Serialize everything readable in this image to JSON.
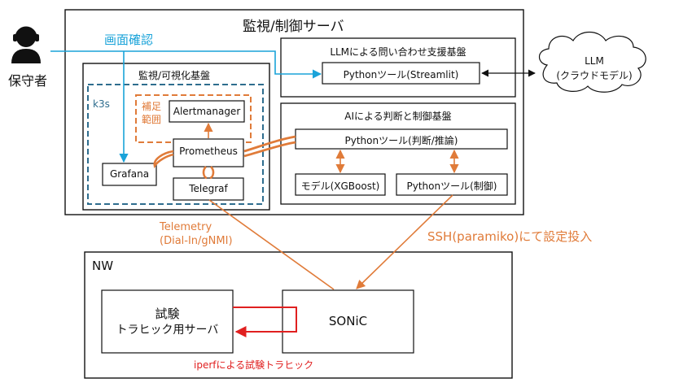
{
  "colors": {
    "box_stroke": "#111111",
    "k8s_stroke": "#2e6d8e",
    "accent_blue": "#1aa3d9",
    "accent_orange": "#e07b39",
    "accent_red": "#e02020"
  },
  "icons": {
    "operator": "operator-headset-icon",
    "cloud": "cloud-icon"
  },
  "operator": {
    "label": "保守者"
  },
  "flows": {
    "screen_check": "画面確認",
    "iperf": "iperfによる試験トラヒック"
  },
  "server": {
    "title": "監視/制御サーバ",
    "monitoring": {
      "title": "監視/可視化基盤",
      "k8s_label": "k3s",
      "scope_label_line1": "補足",
      "scope_label_line2": "範囲",
      "alertmanager": "Alertmanager",
      "prometheus": "Prometheus",
      "grafana": "Grafana",
      "telegraf": "Telegraf"
    },
    "llm_platform": {
      "title": "LLMによる問い合わせ支援基盤",
      "tool": "Pythonツール(Streamlit)"
    },
    "ai_platform": {
      "title": "AIによる判断と制御基盤",
      "judge_tool": "Pythonツール(判断/推論)",
      "model": "モデル(XGBoost)",
      "control_tool": "Pythonツール(制御)"
    }
  },
  "cloud": {
    "line1": "LLM",
    "line2": "(クラウドモデル)"
  },
  "telemetry": {
    "line1": "Telemetry",
    "line2": "(Dial-In/gNMI)"
  },
  "ssh": {
    "label": "SSH(paramiko)にて設定投入"
  },
  "nw": {
    "title": "NW",
    "traffic_server_line1": "試験",
    "traffic_server_line2": "トラヒック用サーバ",
    "sonic": "SONiC"
  }
}
